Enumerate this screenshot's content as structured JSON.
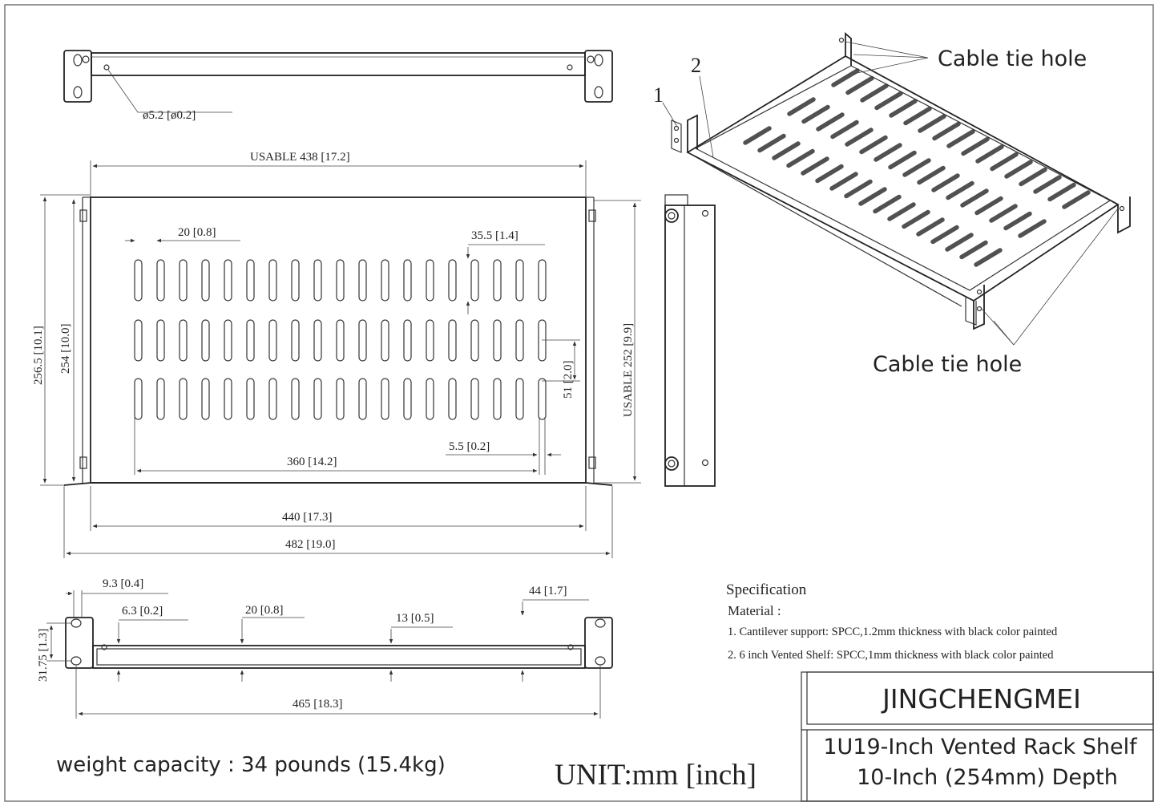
{
  "top_view": {
    "hole_dim": "ø5.2 [ø0.2]"
  },
  "front_view": {
    "usable_width": "USABLE 438 [17.2]",
    "slot_width": "20 [0.8]",
    "slot_pitch": "35.5 [1.4]",
    "slot_length": "51 [2.0]",
    "slot_span": "360 [14.2]",
    "slot_gap": "5.5 [0.2]",
    "inner_width": "440 [17.3]",
    "overall_width": "482 [19.0]",
    "height_outer": "256.5 [10.1]",
    "height_mid": "254 [10.0]",
    "usable_depth": "USABLE 252 [9.9]"
  },
  "bottom_view": {
    "flange": "9.3 [0.4]",
    "hole_offset": "6.3 [0.2]",
    "rail_a": "20 [0.8]",
    "rail_b": "13 [0.5]",
    "height": "44 [1.7]",
    "side": "31.75 [1.3]",
    "hole_span": "465 [18.3]"
  },
  "iso_view": {
    "label_1": "1",
    "label_2": "2",
    "cable_tie_top": "Cable tie hole",
    "cable_tie_bottom": "Cable tie hole"
  },
  "spec": {
    "heading": "Specification",
    "material": "Material :",
    "item1": "1.  Cantilever support: SPCC,1.2mm thickness with black color painted",
    "item2": "2.  6 inch Vented Shelf: SPCC,1mm thickness with black color painted"
  },
  "title_block": {
    "company": "JINGCHENGMEI",
    "product_line1": "1U19-Inch Vented Rack Shelf",
    "product_line2": "10-Inch (254mm) Depth"
  },
  "footer": {
    "weight": "weight capacity : 34 pounds (15.4kg)",
    "unit": "UNIT:mm [inch]"
  }
}
